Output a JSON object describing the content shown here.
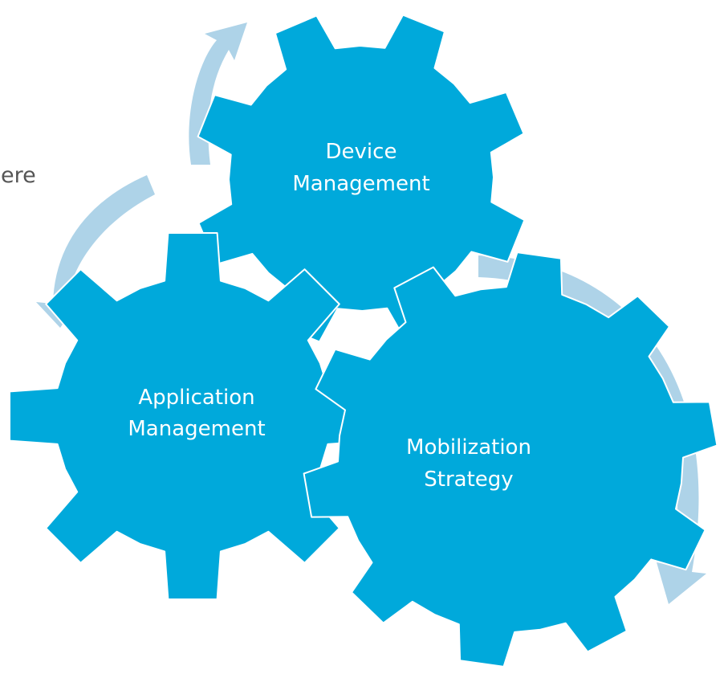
{
  "background_text": "ere",
  "gears": [
    {
      "id": "device",
      "lines": [
        "Device",
        "Management"
      ]
    },
    {
      "id": "application",
      "lines": [
        "Application",
        "Management"
      ]
    },
    {
      "id": "mobilization",
      "lines": [
        "Mobilization",
        "Strategy"
      ]
    }
  ],
  "colors": {
    "gear_fill": "#00A9DB",
    "gear_outline": "#ffffff",
    "arrow_fill": "#AED3E8",
    "label_text": "#ffffff",
    "background_text": "#555555"
  }
}
